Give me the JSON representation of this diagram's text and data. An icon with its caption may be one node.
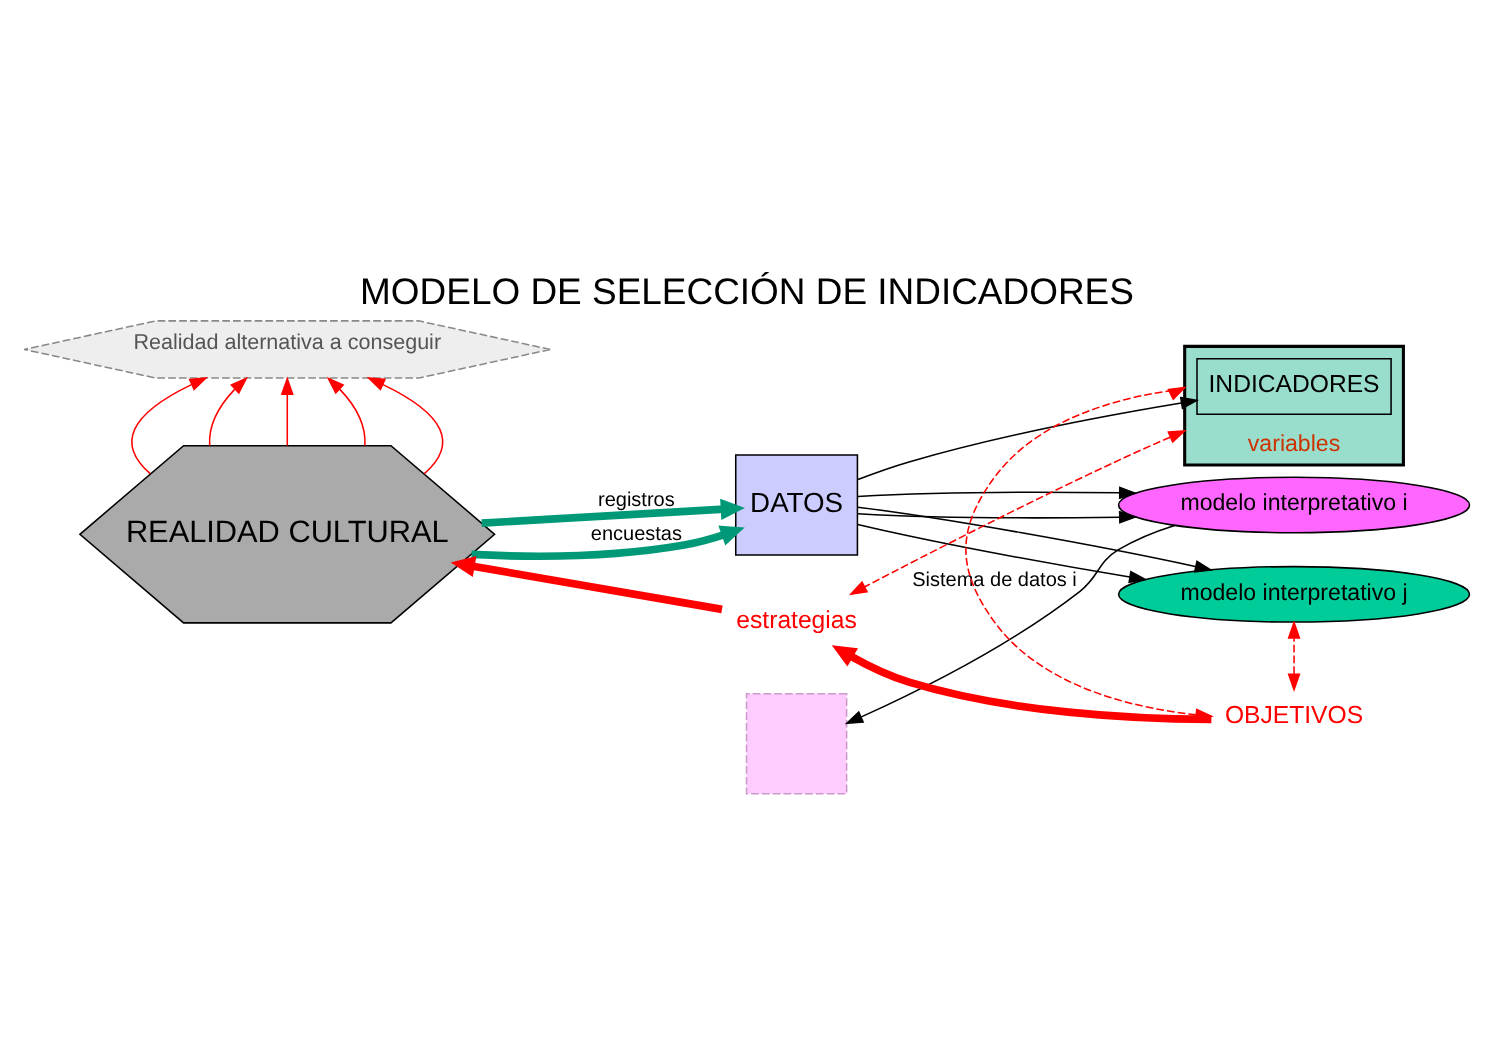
{
  "diagram": {
    "title": "MODELO DE SELECCIÓN DE INDICADORES",
    "nodes": [
      {
        "text": [
          "Realidad alternativa a conseguir"
        ]
      },
      {
        "text": [
          "REALIDAD CULTURAL"
        ]
      },
      {
        "text": [
          "DATOS"
        ]
      },
      {
        "text": [],
        "shape": "box"
      },
      {
        "text": [
          "variables"
        ]
      },
      {
        "text": [
          "INDICADORES"
        ],
        "in": 4
      },
      {
        "text": [
          "modelo interpretativo i"
        ]
      },
      {
        "text": [
          "modelo interpretativo j"
        ]
      },
      {
        "text": [
          "estrategias"
        ]
      },
      {
        "text": [
          "OBJETIVOS"
        ]
      }
    ],
    "edges": [
      {
        "from": 1,
        "to": 2,
        "arrow": "to",
        "label": "registros",
        "style": "thick",
        "color": "#009977"
      },
      {
        "from": 1,
        "to": 2,
        "arrow": "to",
        "label": "encuestas",
        "style": "thick",
        "color": "#009977"
      },
      {
        "from": 6,
        "to": 3,
        "arrow": "to",
        "label": "Sistema de datos i",
        "color": "#000000"
      },
      {
        "from": 2,
        "to": 6,
        "arrow": "to",
        "color": "#000000"
      },
      {
        "from": 2,
        "to": 6,
        "arrow": "to",
        "color": "#000000"
      },
      {
        "from": 2,
        "to": 7,
        "arrow": "to",
        "color": "#000000"
      },
      {
        "from": 2,
        "to": 7,
        "arrow": "to",
        "color": "#000000"
      },
      {
        "from": 2,
        "to": 5,
        "arrow": "to",
        "color": "#000000"
      },
      {
        "from": 1,
        "to": 0,
        "arrow": "to",
        "color": "#ff0000"
      },
      {
        "from": 1,
        "to": 0,
        "arrow": "to",
        "color": "#ff0000"
      },
      {
        "from": 1,
        "to": 0,
        "arrow": "to",
        "color": "#ff0000"
      },
      {
        "from": 1,
        "to": 0,
        "arrow": "to",
        "color": "#ff0000"
      },
      {
        "from": 1,
        "to": 0,
        "arrow": "to",
        "color": "#ff0000"
      },
      {
        "from": 9,
        "to": 8,
        "arrow": "to",
        "style": "thick",
        "color": "#ff0000"
      },
      {
        "from": 8,
        "to": 1,
        "arrow": "to",
        "style": "thick",
        "color": "#ff0000"
      },
      {
        "from": 4,
        "to": 8,
        "arrow": "both",
        "style": "dashed",
        "color": "#ff0000"
      },
      {
        "from": 9,
        "to": 4,
        "arrow": "both",
        "style": "dashed",
        "color": "#ff0000"
      },
      {
        "from": 9,
        "to": 7,
        "arrow": "both",
        "style": "dashed",
        "color": "#ff0000"
      }
    ]
  }
}
